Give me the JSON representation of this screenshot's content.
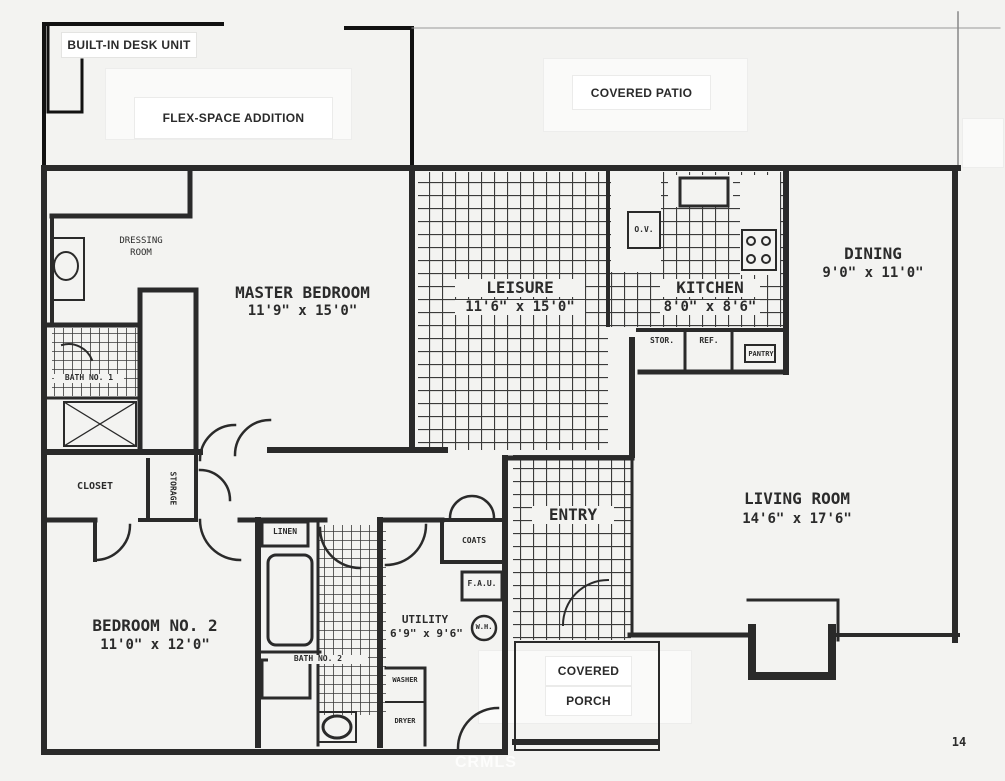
{
  "tags": {
    "desk": "BUILT-IN DESK UNIT",
    "flex": "FLEX-SPACE ADDITION",
    "patio": "COVERED PATIO",
    "porch_line1": "COVERED",
    "porch_line2": "PORCH"
  },
  "rooms": {
    "master": {
      "name": "MASTER BEDROOM",
      "dims": "11'9\" x 15'0\""
    },
    "leisure": {
      "name": "LEISURE",
      "dims": "11'6\" x 15'0\""
    },
    "kitchen": {
      "name": "KITCHEN",
      "dims": "8'0\" x 8'6\""
    },
    "dining": {
      "name": "DINING",
      "dims": "9'0\" x 11'0\""
    },
    "living": {
      "name": "LIVING ROOM",
      "dims": "14'6\" x 17'6\""
    },
    "entry": {
      "name": "ENTRY"
    },
    "bedroom2": {
      "name": "BEDROOM NO. 2",
      "dims": "11'0\" x 12'0\""
    },
    "utility": {
      "name": "UTILITY",
      "dims": "6'9\" x 9'6\""
    },
    "dressing": {
      "line1": "DRESSING",
      "line2": "ROOM"
    },
    "bath1": {
      "name": "BATH NO. 1"
    },
    "bath2": {
      "name": "BATH NO. 2"
    },
    "closet": {
      "name": "CLOSET"
    },
    "storage": {
      "name": "STORAGE"
    },
    "linen": {
      "name": "LINEN"
    },
    "coats": {
      "name": "COATS"
    },
    "fau": {
      "name": "F.A.U."
    },
    "wh": {
      "name": "W.H."
    },
    "washer": {
      "name": "WASHER"
    },
    "dryer": {
      "name": "DRYER"
    },
    "ov": {
      "name": "O.V."
    },
    "stor": {
      "name": "STOR."
    },
    "ref": {
      "name": "REF."
    },
    "pantry": {
      "name": "PANTRY"
    }
  },
  "page_number": "14",
  "watermark": "CRMLS"
}
